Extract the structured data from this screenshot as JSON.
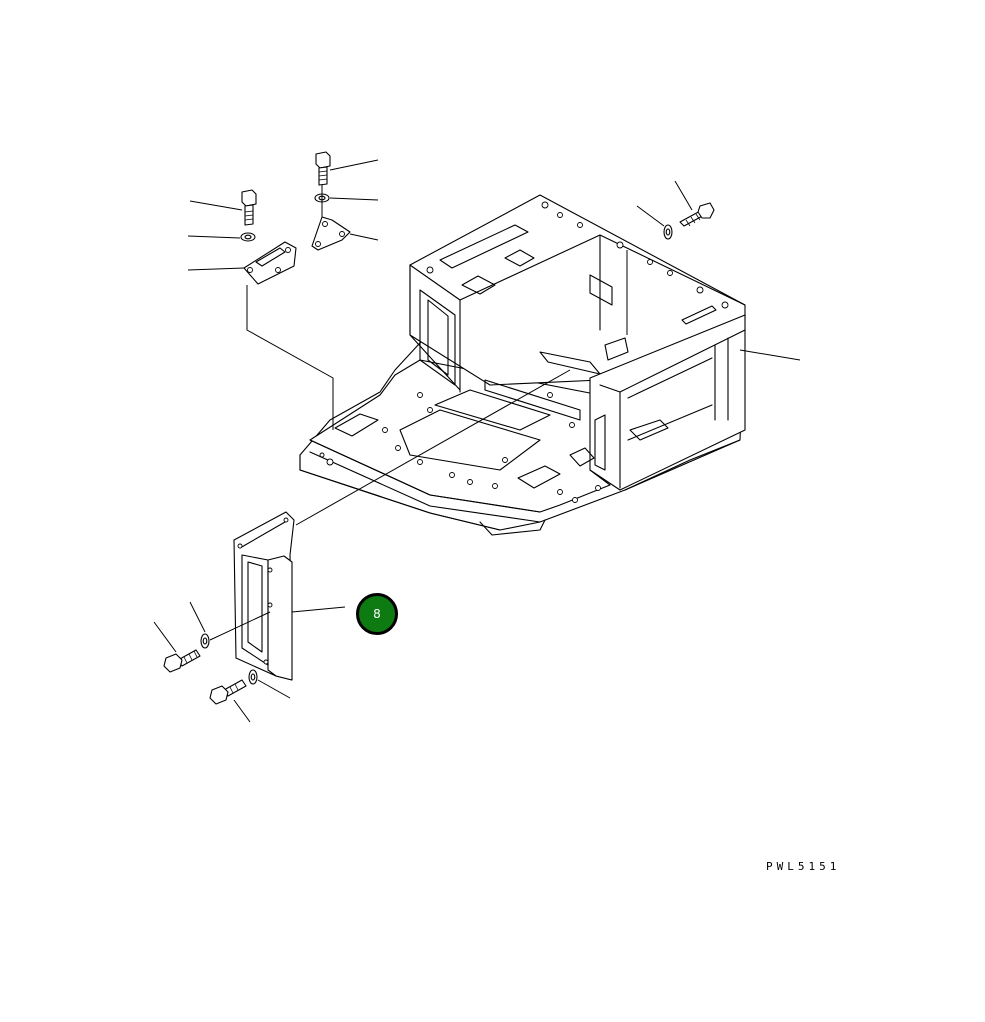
{
  "callouts": [
    {
      "label": "8",
      "color": "#0d7a12",
      "ring_color": "#000000"
    }
  ],
  "drawing_code": "PWL5151",
  "parts": [
    "floor-frame",
    "left-bracket-plate",
    "right-bracket-plate",
    "side-panel",
    "bolt",
    "washer"
  ]
}
